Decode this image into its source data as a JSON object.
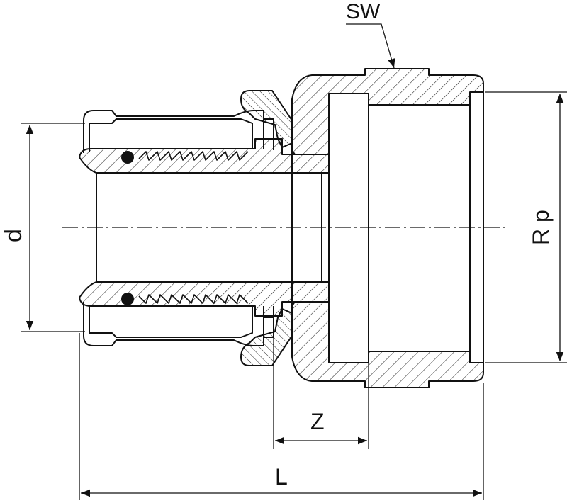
{
  "labels": {
    "sw": "SW",
    "d": "d",
    "rp": "R p",
    "z": "Z",
    "l": "L"
  },
  "colors": {
    "line": "#111111",
    "hatch": "#222222",
    "background": "#ffffff"
  }
}
